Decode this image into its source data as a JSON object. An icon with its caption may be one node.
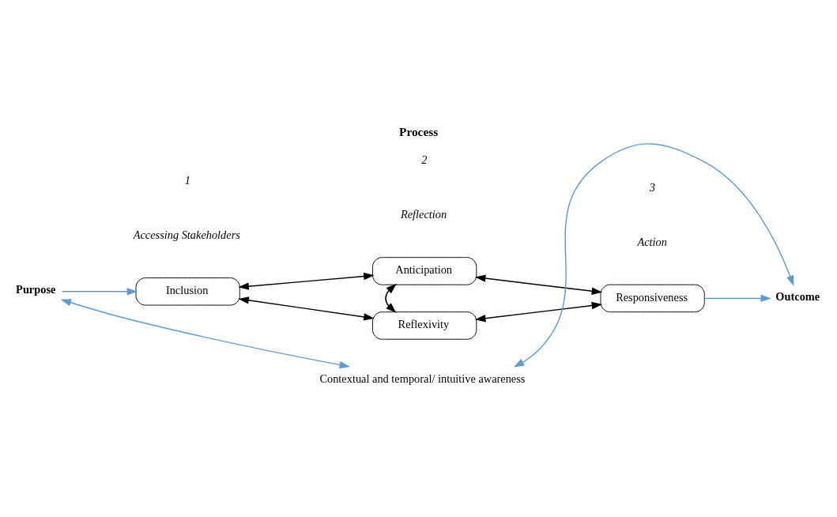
{
  "diagram": {
    "title": "Process",
    "nodes": [
      {
        "text": [
          "Purpose"
        ]
      },
      {
        "text": [
          "Inclusion"
        ]
      },
      {
        "text": [
          "Anticipation"
        ]
      },
      {
        "text": [
          "Reflexivity"
        ]
      },
      {
        "text": [
          "Responsiveness"
        ]
      },
      {
        "text": [
          "Outcome"
        ]
      },
      {
        "text": [
          "Contextual and temporal/ intuitive awareness"
        ]
      }
    ],
    "edges": [
      {
        "from": 0,
        "to": 1,
        "arrow": "to",
        "color": "#5b9bd5"
      },
      {
        "from": 1,
        "to": 2,
        "arrow": "both"
      },
      {
        "from": 1,
        "to": 3,
        "arrow": "both"
      },
      {
        "from": 2,
        "to": 3,
        "arrow": "both"
      },
      {
        "from": 2,
        "to": 4,
        "arrow": "both"
      },
      {
        "from": 3,
        "to": 4,
        "arrow": "both"
      },
      {
        "from": 4,
        "to": 5,
        "arrow": "to",
        "color": "#5b9bd5"
      },
      {
        "from": 6,
        "to": 0,
        "arrow": "both",
        "color": "#5b9bd5"
      },
      {
        "from": 6,
        "to": 5,
        "arrow": "both",
        "color": "#5b9bd5"
      }
    ],
    "labels": [
      "1",
      "Accessing Stakeholders",
      "2",
      "Reflection",
      "3",
      "Action"
    ]
  }
}
